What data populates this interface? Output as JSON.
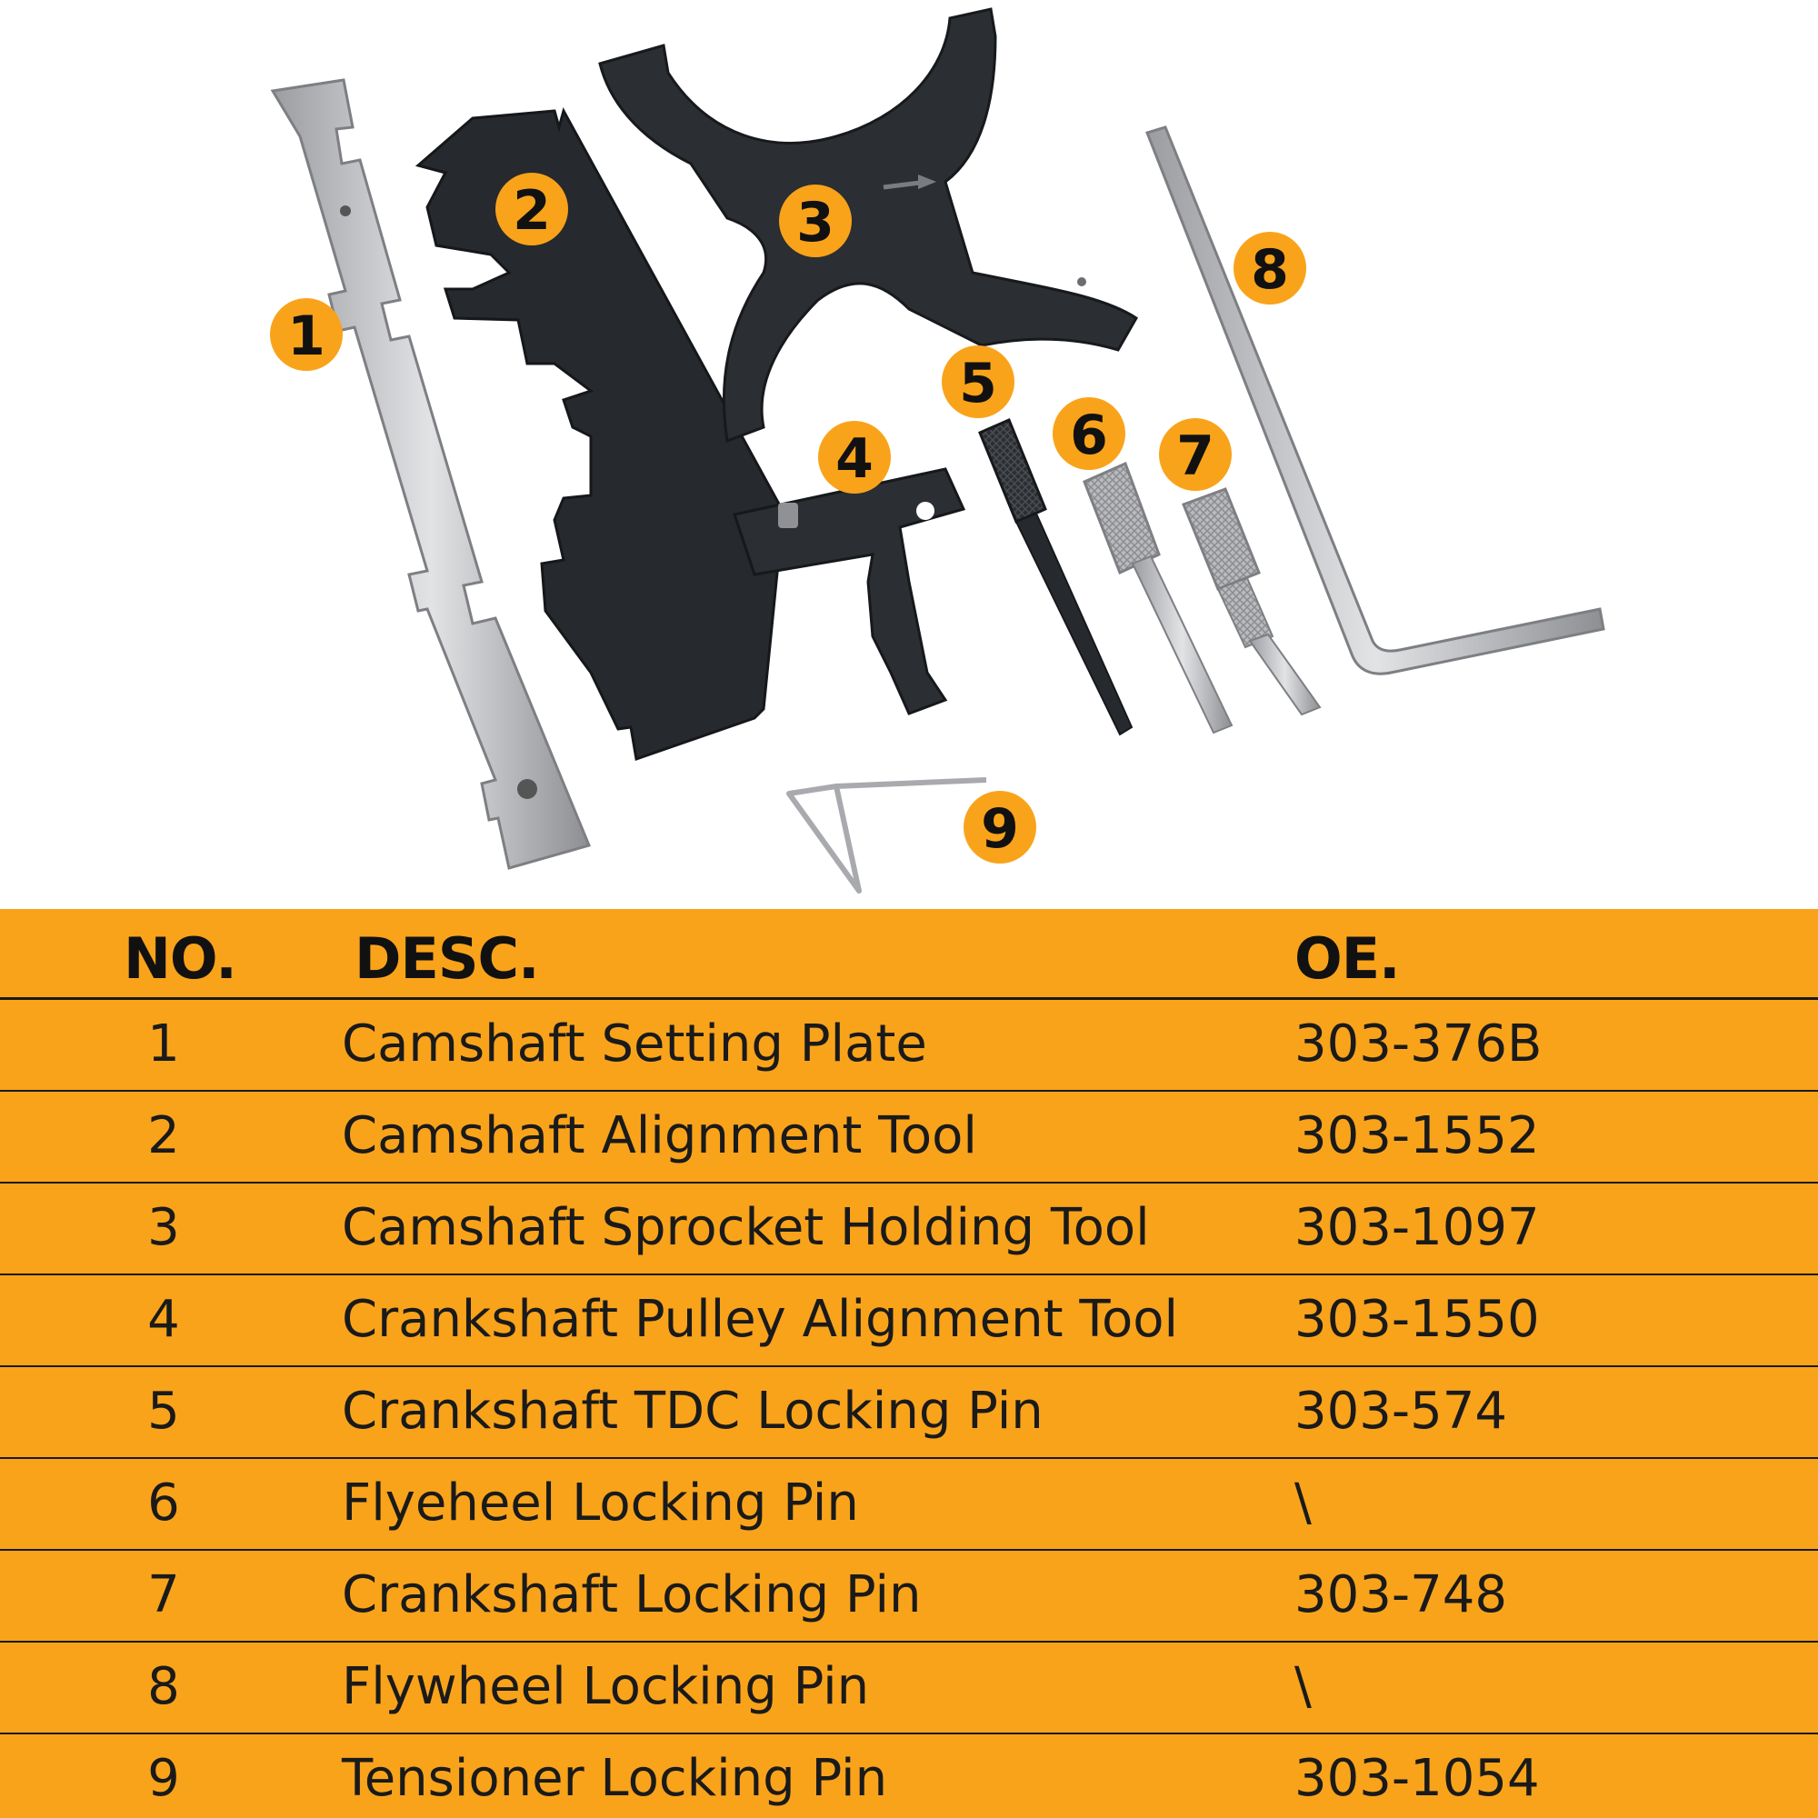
{
  "callouts": [
    "1",
    "2",
    "3",
    "4",
    "5",
    "6",
    "7",
    "8",
    "9"
  ],
  "colors": {
    "accent": "#f9a31b",
    "tool_dark": "#2b2e33",
    "tool_silver": "#c8c9cc"
  },
  "table": {
    "headers": {
      "no": "NO.",
      "desc": "DESC.",
      "oe": "OE."
    },
    "rows": [
      {
        "no": "1",
        "desc": "Camshaft Setting Plate",
        "oe": "303-376B"
      },
      {
        "no": "2",
        "desc": "Camshaft Alignment Tool",
        "oe": "303-1552"
      },
      {
        "no": "3",
        "desc": "Camshaft Sprocket Holding Tool",
        "oe": "303-1097"
      },
      {
        "no": "4",
        "desc": "Crankshaft Pulley Alignment Tool",
        "oe": "303-1550"
      },
      {
        "no": "5",
        "desc": "Crankshaft TDC Locking Pin",
        "oe": "303-574"
      },
      {
        "no": "6",
        "desc": "Flyeheel Locking Pin",
        "oe": "\\"
      },
      {
        "no": "7",
        "desc": "Crankshaft Locking Pin",
        "oe": "303-748"
      },
      {
        "no": "8",
        "desc": "Flywheel Locking Pin",
        "oe": "\\"
      },
      {
        "no": "9",
        "desc": "Tensioner Locking Pin",
        "oe": "303-1054"
      }
    ]
  }
}
